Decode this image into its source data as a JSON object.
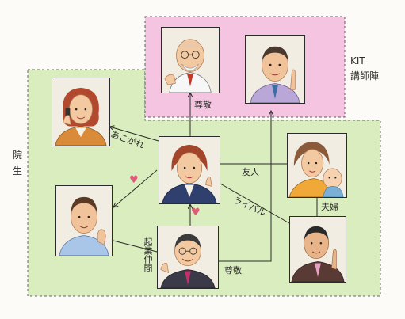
{
  "groups": {
    "kit_lecturers": "KIT\n講師陣",
    "grad_students": "院\n生"
  },
  "relations": {
    "respect_top": "尊敬",
    "admiration": "あこがれ",
    "friend": "友人",
    "rival": "ライバル",
    "couple": "夫婦",
    "business_partner": "起業仲間",
    "respect_bottom": "尊敬"
  },
  "colors": {
    "kit_region": "#f4c2e0",
    "kit_border": "#555555",
    "grad_region": "#d7ecb8",
    "grad_border": "#555555",
    "heart": "#e05a7a",
    "ink": "#2b2b2b"
  }
}
